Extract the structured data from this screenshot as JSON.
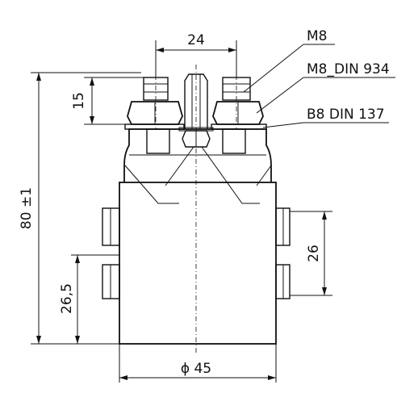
{
  "diagram": {
    "dimensions": {
      "width_24": "24",
      "height_15": "15",
      "height_80": "80 ±1",
      "height_26_5": "26,5",
      "height_26": "26",
      "diameter_45": "ϕ 45"
    },
    "callouts": {
      "m8": "M8",
      "m8_din934": "M8_DIN 934",
      "b8_din137": "B8 DIN 137"
    }
  }
}
